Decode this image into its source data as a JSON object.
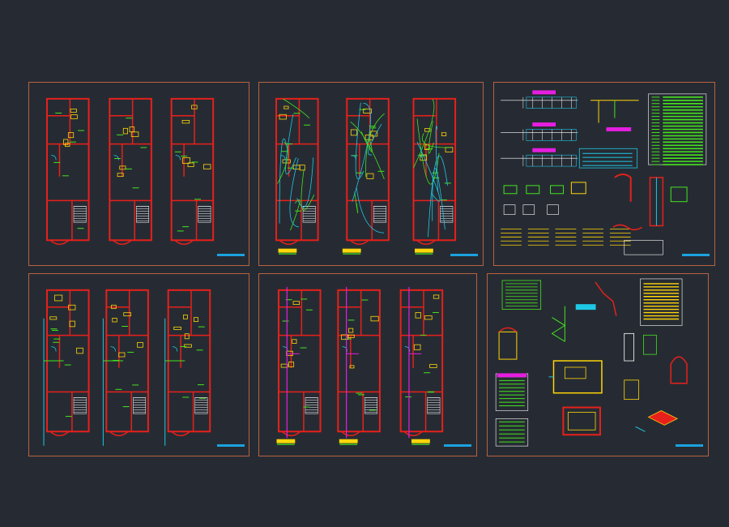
{
  "drawing": {
    "background": "#262b33",
    "sheet_border_color": "#b8623f",
    "wall_color": "#e8201b",
    "accent_yellow": "#ffd60a",
    "accent_green": "#44e51e",
    "accent_cyan": "#1ec8e5",
    "accent_magenta": "#e51ee0",
    "title_bar_color": "#1aa3e0"
  },
  "sheets": [
    {
      "id": "architecture-plans"
    },
    {
      "id": "lighting-plans"
    },
    {
      "id": "electrical-details"
    },
    {
      "id": "water-supply-plans"
    },
    {
      "id": "sanitary-plans"
    },
    {
      "id": "sanitary-details"
    }
  ]
}
